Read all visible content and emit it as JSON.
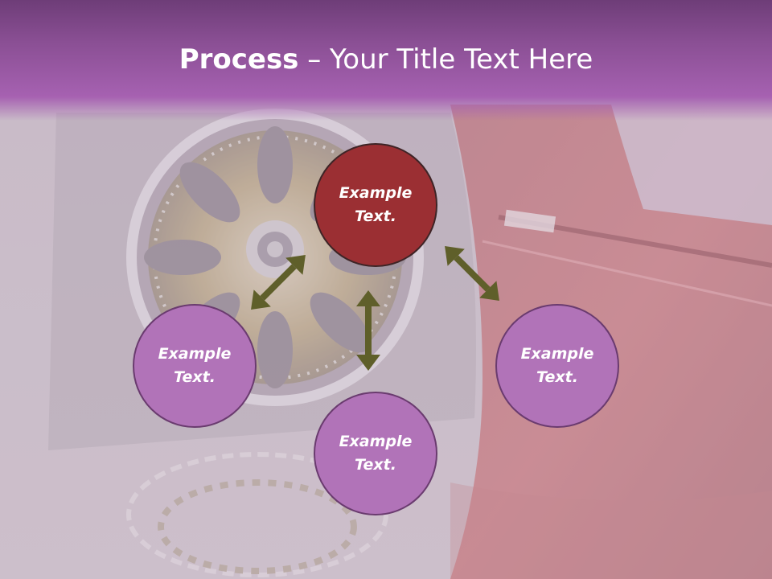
{
  "slide": {
    "title_bold": "Process",
    "title_rest": " – Your Title Text Here"
  },
  "nodes": [
    {
      "id": "top",
      "line1": "Example",
      "line2": "Text.",
      "color": "#9b2f33"
    },
    {
      "id": "left",
      "line1": "Example",
      "line2": "Text.",
      "color": "#b173b8"
    },
    {
      "id": "right",
      "line1": "Example",
      "line2": "Text.",
      "color": "#b173b8"
    },
    {
      "id": "bottom",
      "line1": "Example",
      "line2": "Text.",
      "color": "#b173b8"
    }
  ],
  "colors": {
    "header": "#8a4f94",
    "arrow": "#5f5f2a",
    "highlight_node": "#9b2f33",
    "node": "#b173b8"
  }
}
